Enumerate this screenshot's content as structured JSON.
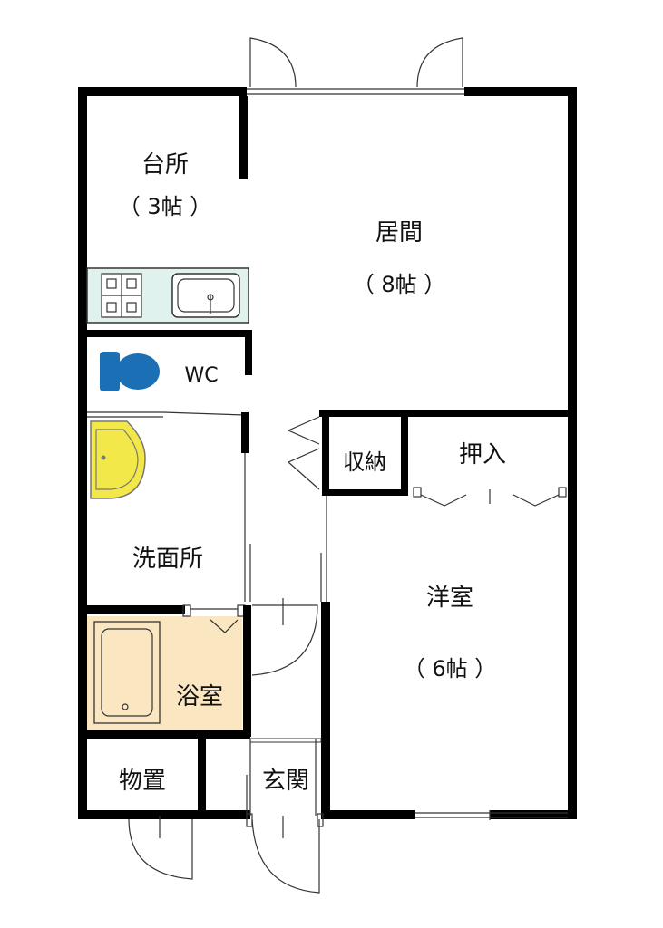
{
  "rooms": {
    "kitchen": {
      "name": "台所",
      "size": "（  3帖  ）"
    },
    "living": {
      "name": "居間",
      "size": "（  8帖  ）"
    },
    "wc": {
      "name": "WC"
    },
    "closet": {
      "name": "収納"
    },
    "oshiire": {
      "name": "押入"
    },
    "washroom": {
      "name": "洗面所"
    },
    "western": {
      "name": "洋室",
      "size": "（  6帖  ）"
    },
    "bath": {
      "name": "浴室"
    },
    "storage": {
      "name": "物置"
    },
    "entrance": {
      "name": "玄関"
    }
  },
  "colors": {
    "wall": "#000000",
    "toilet": "#1a6fb5",
    "basin": "#f2e84a",
    "bath_floor": "#fbe6c2",
    "counter": "#dff2ee"
  },
  "icons": [
    "toilet-icon",
    "washbasin-icon",
    "sink-icon",
    "stove-icon",
    "bathtub-icon",
    "door-swing-icon"
  ]
}
